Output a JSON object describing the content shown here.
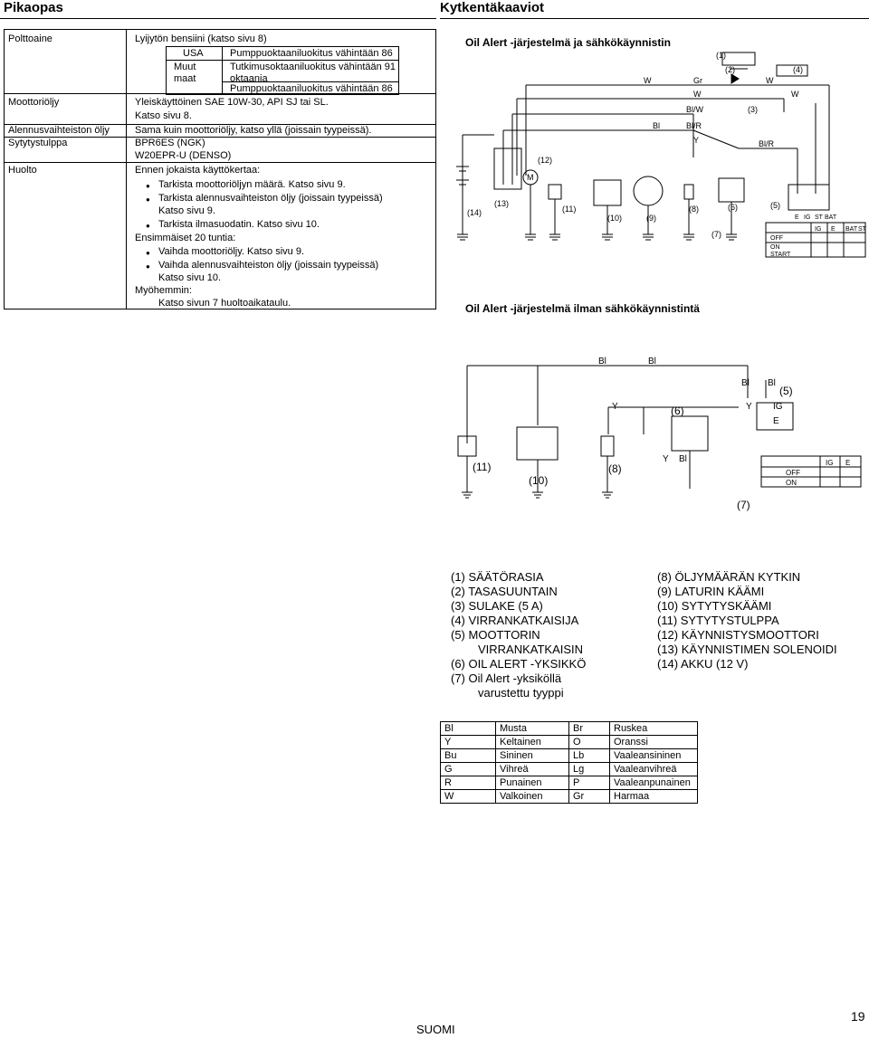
{
  "header": {
    "left_title": "Pikaopas",
    "right_title": "Kytkentäkaaviot"
  },
  "spec": {
    "fuel": {
      "label": "Polttoaine",
      "value": "Lyijytön bensiini (katso sivu 8)",
      "usa": "USA",
      "usa_value": "Pumppuoktaaniluokitus vähintään 86",
      "other": "Muut maat",
      "other_value1": "Tutkimusoktaaniluokitus vähintään 91 oktaania",
      "other_value2": "Pumppuoktaaniluokitus vähintään 86"
    },
    "engine_oil": {
      "label": "Moottoriöljy",
      "value1": "Yleiskäyttöinen SAE 10W-30, API SJ tai SL.",
      "value2": "Katso sivu 8."
    },
    "gear_oil": {
      "label": "Alennusvaihteiston öljy",
      "value": "Sama kuin moottoriöljy, katso yllä (joissain tyypeissä)."
    },
    "spark_plug": {
      "label": "Sytytystulppa",
      "value1": "BPR6ES (NGK)",
      "value2": "W20EPR-U (DENSO)"
    },
    "service": {
      "label": "Huolto",
      "before_each": "Ennen jokaista käyttökertaa:",
      "b1": "Tarkista moottoriöljyn määrä. Katso sivu 9.",
      "b2a": "Tarkista alennusvaihteiston öljy (joissain tyypeissä)",
      "b2b": "Katso sivu 9.",
      "b3": "Tarkista ilmasuodatin. Katso sivu 10.",
      "first20": "Ensimmäiset 20 tuntia:",
      "b4": "Vaihda moottoriöljy. Katso sivu 9.",
      "b5a": "Vaihda alennusvaihteiston öljy (joissain tyypeissä)",
      "b5b": "Katso sivu 10.",
      "later": "Myöhemmin:",
      "later_value": "Katso sivun 7 huoltoaikataulu."
    }
  },
  "diagram1": {
    "title": "Oil Alert -järjestelmä ja sähkökäynnistin",
    "labels": {
      "n1": "(1)",
      "n2": "(2)",
      "n3": "(3)",
      "n4": "(4)",
      "n5": "(5)",
      "n6": "(6)",
      "n7": "(7)",
      "n8": "(8)",
      "n9": "(9)",
      "n10": "(10)",
      "n11": "(11)",
      "n12": "(12)",
      "n13": "(13)",
      "n14": "(14)",
      "w": "W",
      "gr": "Gr",
      "bl": "Bl",
      "blw": "Bl/W",
      "blr": "Bl/R",
      "y": "Y",
      "m": "M",
      "sw_head": [
        "IG",
        "E",
        "BAT",
        "ST"
      ],
      "sw_rows": [
        "OFF",
        "ON",
        "START"
      ],
      "term": [
        "E",
        "IG",
        "ST",
        "BAT"
      ]
    }
  },
  "diagram2": {
    "title": "Oil Alert -järjestelmä ilman sähkökäynnistintä",
    "labels": {
      "bl": "Bl",
      "y": "Y",
      "ig": "IG",
      "e": "E",
      "n5": "(5)",
      "n6": "(6)",
      "n7": "(7)",
      "n8": "(8)",
      "n10": "(10)",
      "n11": "(11)",
      "sw_head": [
        "IG",
        "E"
      ],
      "sw_rows": [
        "OFF",
        "ON"
      ]
    }
  },
  "legend": {
    "left": [
      "(1) SÄÄTÖRASIA",
      "(2) TASASUUNTAIN",
      "(3) SULAKE (5 A)",
      "(4) VIRRANKATKAISIJA",
      "(5) MOOTTORIN",
      "VIRRANKATKAISIN",
      "(6) OIL ALERT -YKSIKKÖ",
      "(7) Oil Alert -yksiköllä",
      "varustettu tyyppi"
    ],
    "right": [
      "(8) ÖLJYMÄÄRÄN KYTKIN",
      "(9) LATURIN KÄÄMI",
      "(10) SYTYTYSKÄÄMI",
      "(11) SYTYTYSTULPPA",
      "(12) KÄYNNISTYSMOOTTORI",
      "(13) KÄYNNISTIMEN SOLENOIDI",
      "(14) AKKU (12 V)"
    ]
  },
  "color_table": [
    [
      "Bl",
      "Musta",
      "Br",
      "Ruskea"
    ],
    [
      "Y",
      "Keltainen",
      "O",
      "Oranssi"
    ],
    [
      "Bu",
      "Sininen",
      "Lb",
      "Vaaleansininen"
    ],
    [
      "G",
      "Vihreä",
      "Lg",
      "Vaaleanvihreä"
    ],
    [
      "R",
      "Punainen",
      "P",
      "Vaaleanpunainen"
    ],
    [
      "W",
      "Valkoinen",
      "Gr",
      "Harmaa"
    ]
  ],
  "footer": {
    "page": "19",
    "lang": "SUOMI"
  }
}
